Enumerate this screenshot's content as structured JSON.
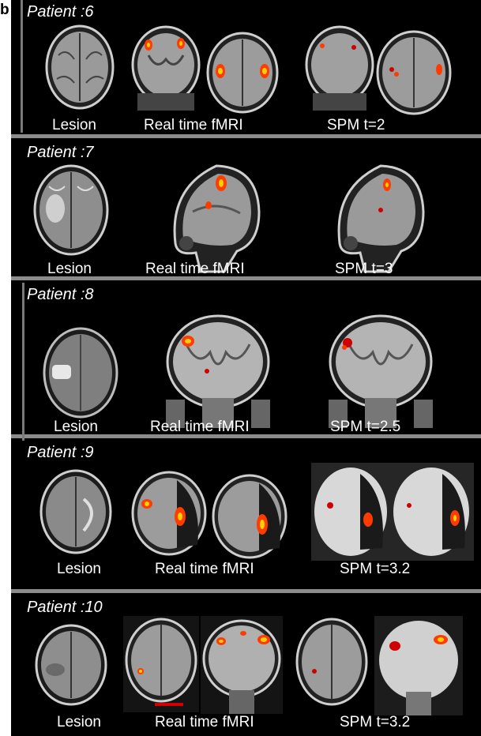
{
  "figure_label": "b",
  "panels": [
    {
      "title": "Patient :6",
      "lesion": "Lesion",
      "realtime": "Real time  fMRI",
      "spm": "SPM  t=2"
    },
    {
      "title": "Patient :7",
      "lesion": "Lesion",
      "realtime": "Real time  fMRI",
      "spm": "SPM  t=3"
    },
    {
      "title": "Patient :8",
      "lesion": "Lesion",
      "realtime": "Real time  fMRI",
      "spm": "SPM  t=2.5"
    },
    {
      "title": "Patient :9",
      "lesion": "Lesion",
      "realtime": "Real time  fMRI",
      "spm": "SPM  t=3.2"
    },
    {
      "title": "Patient :10",
      "lesion": "Lesion",
      "realtime": "Real time  fMRI",
      "spm": "SPM  t=3.2"
    }
  ],
  "colors": {
    "activation": "#ff3c00",
    "activation_core": "#ffd000",
    "tissue": "#a9a9a9",
    "divider": "#8c8c8c"
  }
}
